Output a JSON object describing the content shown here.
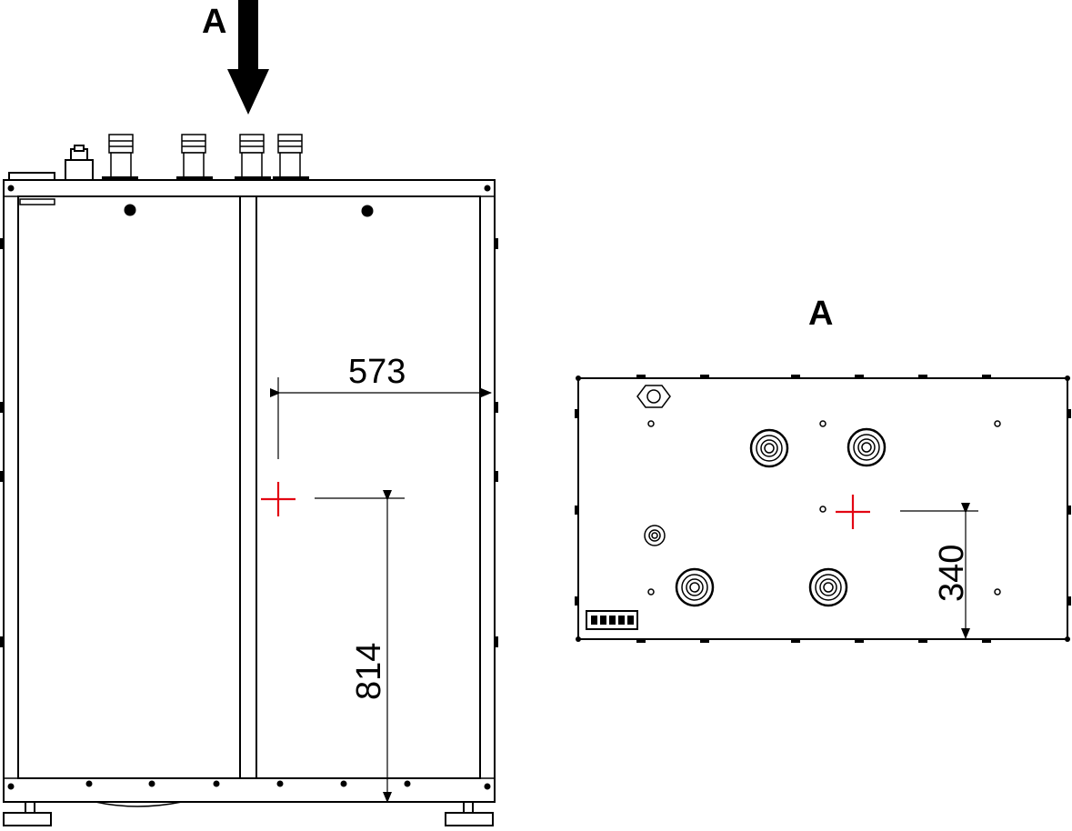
{
  "view_arrow": {
    "label": "A"
  },
  "view_a": {
    "title": "A"
  },
  "dimensions": {
    "front_horizontal": "573",
    "front_vertical": "814",
    "top_vertical": "340"
  },
  "colors": {
    "line": "#000000",
    "center_of_gravity_marker": "#e30613",
    "background": "#ffffff"
  }
}
